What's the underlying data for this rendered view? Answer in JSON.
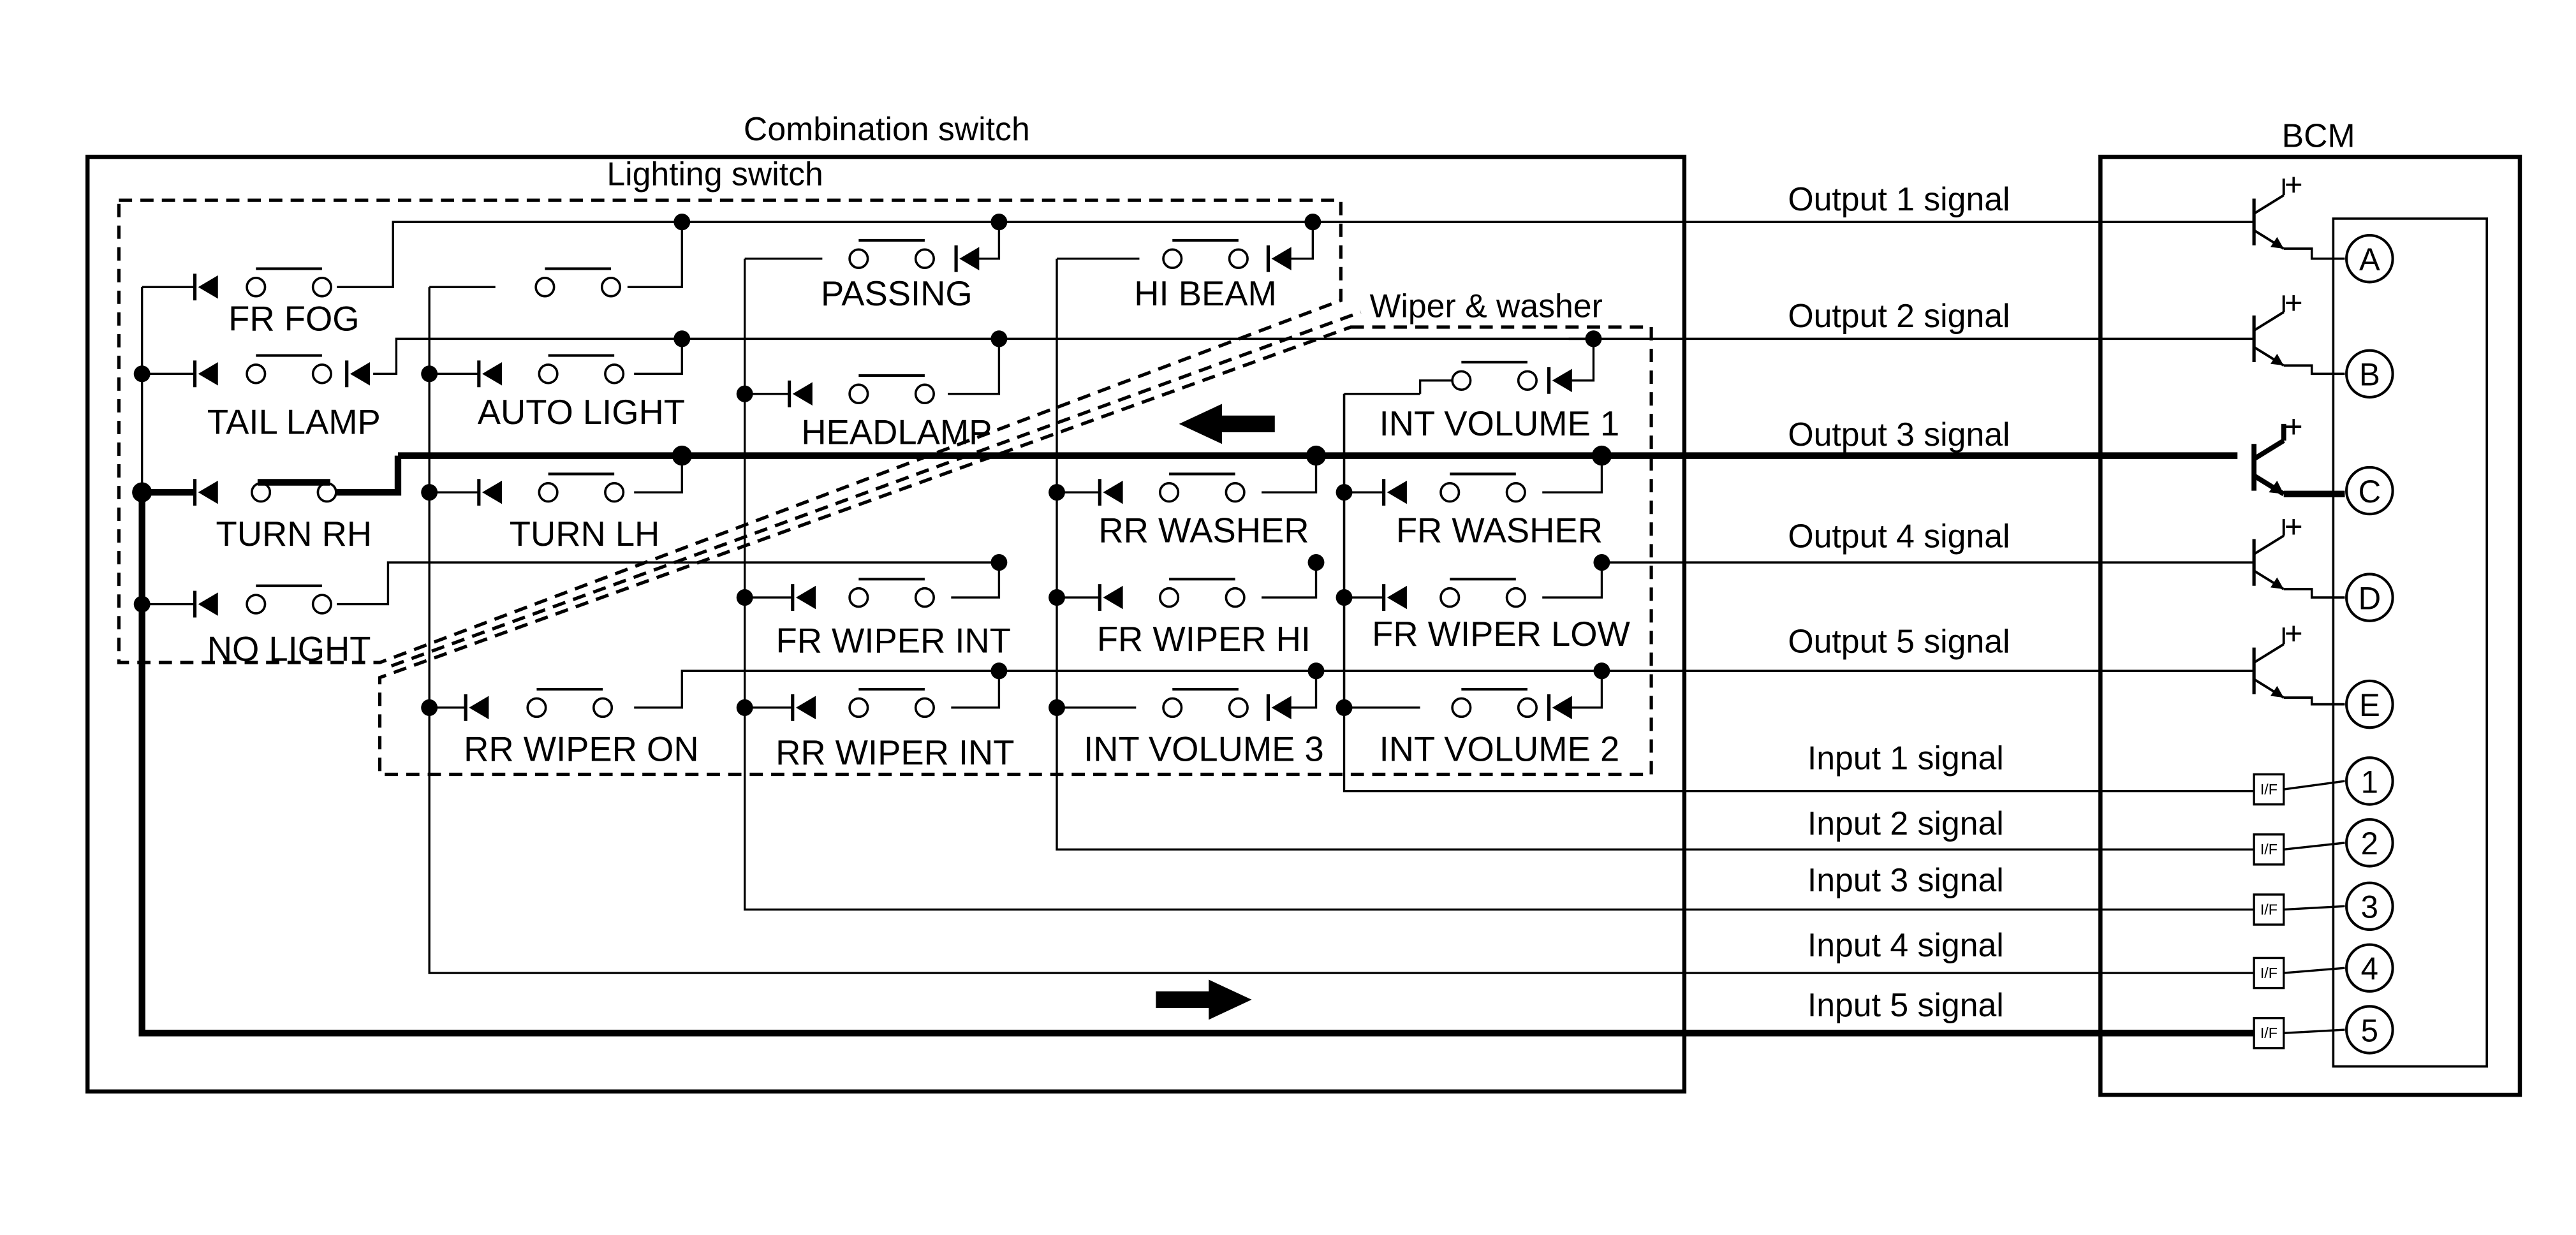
{
  "combination_switch": {
    "title": "Combination switch",
    "lighting_switch_title": "Lighting switch",
    "wiper_washer_title": "Wiper & washer"
  },
  "bcm": {
    "title": "BCM"
  },
  "switches": {
    "fr_fog": "FR FOG",
    "tail_lamp": "TAIL LAMP",
    "turn_rh": "TURN RH",
    "no_light": "NO LIGHT",
    "auto_light": "AUTO LIGHT",
    "turn_lh": "TURN LH",
    "passing": "PASSING",
    "headlamp": "HEADLAMP",
    "hi_beam": "HI BEAM",
    "int_volume_1": "INT VOLUME 1",
    "rr_washer": "RR WASHER",
    "fr_washer": "FR WASHER",
    "fr_wiper_int": "FR WIPER INT",
    "fr_wiper_hi": "FR WIPER HI",
    "fr_wiper_low": "FR WIPER LOW",
    "rr_wiper_on": "RR WIPER ON",
    "rr_wiper_int": "RR WIPER INT",
    "int_volume_3": "INT VOLUME 3",
    "int_volume_2": "INT VOLUME 2"
  },
  "signals": {
    "output_1": "Output 1 signal",
    "output_2": "Output 2 signal",
    "output_3": "Output 3 signal",
    "output_4": "Output 4 signal",
    "output_5": "Output 5 signal",
    "input_1": "Input 1 signal",
    "input_2": "Input 2 signal",
    "input_3": "Input 3 signal",
    "input_4": "Input 4 signal",
    "input_5": "Input 5 signal"
  },
  "terminals": {
    "a": "A",
    "b": "B",
    "c": "C",
    "d": "D",
    "e": "E",
    "t1": "1",
    "t2": "2",
    "t3": "3",
    "t4": "4",
    "t5": "5"
  },
  "interface_label": "I/F",
  "plus_sign": "+"
}
